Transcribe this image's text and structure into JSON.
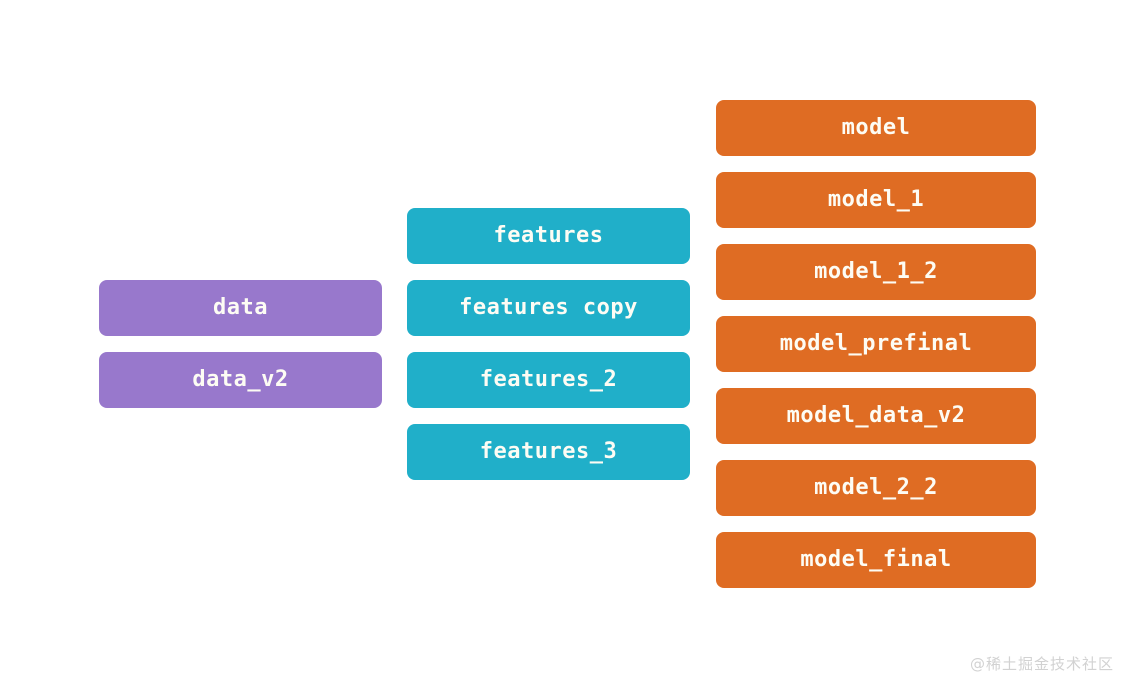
{
  "diagram": {
    "background_color": "#ffffff",
    "columns": [
      {
        "id": "data",
        "name": "data-column",
        "color": "#9878cc",
        "boxes": [
          {
            "label": "data"
          },
          {
            "label": "data_v2"
          }
        ]
      },
      {
        "id": "features",
        "name": "features-column",
        "color": "#20afc9",
        "boxes": [
          {
            "label": "features"
          },
          {
            "label": "features copy"
          },
          {
            "label": "features_2"
          },
          {
            "label": "features_3"
          }
        ]
      },
      {
        "id": "model",
        "name": "model-column",
        "color": "#df6c23",
        "boxes": [
          {
            "label": "model"
          },
          {
            "label": "model_1"
          },
          {
            "label": "model_1_2"
          },
          {
            "label": "model_prefinal"
          },
          {
            "label": "model_data_v2"
          },
          {
            "label": "model_2_2"
          },
          {
            "label": "model_final"
          }
        ]
      }
    ]
  },
  "watermark": {
    "text": "@稀土掘金技术社区",
    "color": "#d2d2d2"
  }
}
